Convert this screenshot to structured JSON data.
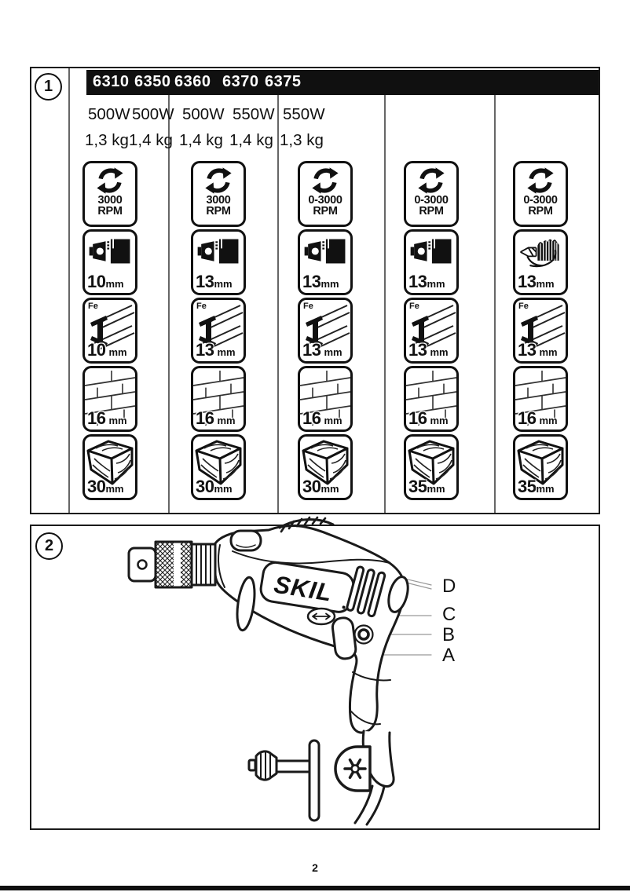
{
  "page_number": "2",
  "panel1": {
    "index": "1",
    "models": [
      "6310",
      "6350",
      "6360",
      "6370",
      "6375"
    ],
    "rpm_unit": "RPM",
    "fe_label": "Fe",
    "mm_unit": "mm",
    "columns": [
      {
        "model": "6310",
        "power": "500W",
        "weight": "1,3 kg",
        "rpm": "3000",
        "chuck_mm": "10",
        "chuck_type": "keyed",
        "steel_mm": "10",
        "masonry_mm": "16",
        "wood_mm": "30"
      },
      {
        "model": "6350",
        "power": "500W",
        "weight": "1,4 kg",
        "rpm": "3000",
        "chuck_mm": "13",
        "chuck_type": "keyed",
        "steel_mm": "13",
        "masonry_mm": "16",
        "wood_mm": "30"
      },
      {
        "model": "6360",
        "power": "500W",
        "weight": "1,4 kg",
        "rpm": "0-3000",
        "chuck_mm": "13",
        "chuck_type": "keyed",
        "steel_mm": "13",
        "masonry_mm": "16",
        "wood_mm": "30"
      },
      {
        "model": "6370",
        "power": "550W",
        "weight": "1,4 kg",
        "rpm": "0-3000",
        "chuck_mm": "13",
        "chuck_type": "keyed",
        "steel_mm": "13",
        "masonry_mm": "16",
        "wood_mm": "35"
      },
      {
        "model": "6375",
        "power": "550W",
        "weight": "1,3 kg",
        "rpm": "0-3000",
        "chuck_mm": "13",
        "chuck_type": "keyless",
        "steel_mm": "13",
        "masonry_mm": "16",
        "wood_mm": "35"
      }
    ]
  },
  "panel2": {
    "index": "2",
    "brand": "SKIL",
    "callouts": [
      "D",
      "C",
      "B",
      "A"
    ]
  }
}
